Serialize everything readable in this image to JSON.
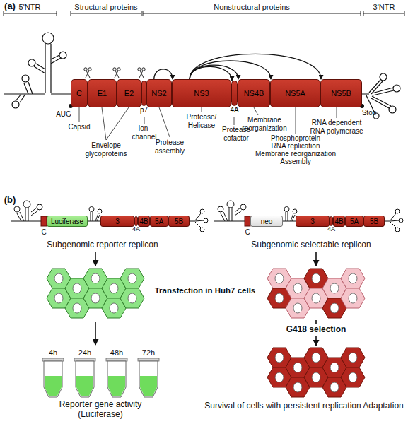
{
  "diagram": {
    "nodes": [
      {
        "text": [
          "C"
        ]
      },
      {
        "text": [
          "E1"
        ]
      },
      {
        "text": [
          "E2"
        ]
      },
      {
        "text": [
          "p7"
        ]
      },
      {
        "text": [
          "NS2"
        ]
      },
      {
        "text": [
          "NS3"
        ]
      },
      {
        "text": [
          "4A"
        ]
      },
      {
        "text": [
          "NS4B"
        ]
      },
      {
        "text": [
          "NS5A"
        ]
      },
      {
        "text": [
          "NS5B"
        ]
      },
      {
        "text": [
          "Luciferase"
        ]
      },
      {
        "text": [
          "3"
        ]
      },
      {
        "text": [
          "4A"
        ]
      },
      {
        "text": [
          "4B"
        ]
      },
      {
        "text": [
          "5A"
        ]
      },
      {
        "text": [
          "5B"
        ]
      },
      {
        "text": [
          "neo"
        ]
      },
      {
        "text": [
          "3"
        ]
      },
      {
        "text": [
          "4A"
        ]
      },
      {
        "text": [
          "4B"
        ]
      },
      {
        "text": [
          "5A"
        ]
      },
      {
        "text": [
          "5B"
        ]
      }
    ],
    "edges": [
      {
        "from": 4,
        "to": 5,
        "arrow": "to"
      },
      {
        "from": 5,
        "to": 6,
        "arrow": "to"
      },
      {
        "from": 5,
        "to": 7,
        "arrow": "to"
      },
      {
        "from": 5,
        "to": 8,
        "arrow": "to"
      },
      {
        "from": 5,
        "to": 9,
        "arrow": "to"
      }
    ],
    "labels": [
      "(a)",
      "5'NTR",
      "Structural proteins",
      "Nonstructural proteins",
      "3'NTR",
      "AUG",
      "Stop",
      "Capsid",
      "Envelope glycoproteins",
      "Ion- channel",
      "Protease assembly",
      "Protease/ Helicase",
      "Protease cofactor",
      "Membrane reorganization",
      "Phosphoprotein",
      "RNA replication",
      "Membrane reorganization",
      "Assembly",
      "RNA dependent RNA polymerase",
      "(b)",
      "C",
      "C",
      "Subgenomic reporter replicon",
      "Subgenomic selectable replicon",
      "Transfection in Huh7 cells",
      "G418 selection",
      "4h",
      "24h",
      "48h",
      "72h",
      "Reporter gene activity (Luciferase)",
      "Survival of cells with persistent replication Adaptation"
    ]
  }
}
